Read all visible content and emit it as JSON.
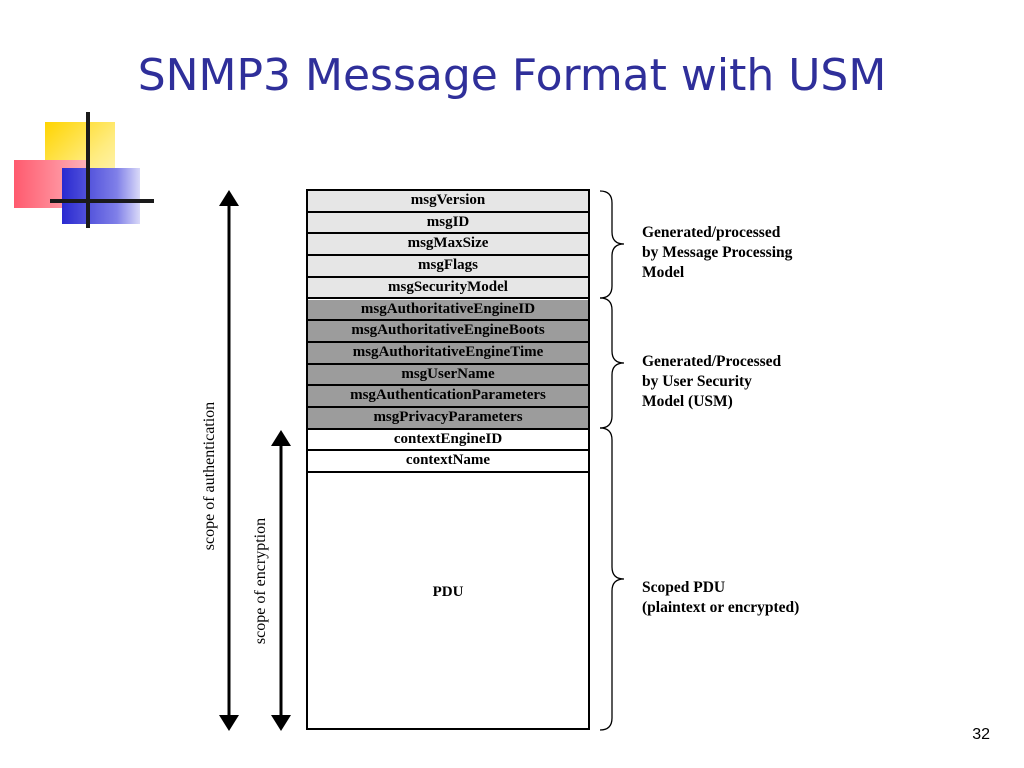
{
  "slide": {
    "title": "SNMP3 Message Format with USM",
    "page_number": "32"
  },
  "logo": {
    "icon": "corner-squares-logo"
  },
  "message_fields": [
    {
      "label": "msgVersion",
      "shade": "light"
    },
    {
      "label": "msgID",
      "shade": "light"
    },
    {
      "label": "msgMaxSize",
      "shade": "light"
    },
    {
      "label": "msgFlags",
      "shade": "light"
    },
    {
      "label": "msgSecurityModel",
      "shade": "light"
    },
    {
      "label": "msgAuthoritativeEngineID",
      "shade": "dark"
    },
    {
      "label": "msgAuthoritativeEngineBoots",
      "shade": "dark"
    },
    {
      "label": "msgAuthoritativeEngineTime",
      "shade": "dark"
    },
    {
      "label": "msgUserName",
      "shade": "dark"
    },
    {
      "label": "msgAuthenticationParameters",
      "shade": "dark"
    },
    {
      "label": "msgPrivacyParameters",
      "shade": "dark"
    },
    {
      "label": "contextEngineID",
      "shade": "white"
    },
    {
      "label": "contextName",
      "shade": "white"
    }
  ],
  "pdu_label": "PDU",
  "groups": [
    {
      "lines": [
        "Generated/processed",
        "by Message Processing",
        "Model"
      ]
    },
    {
      "lines": [
        "Generated/Processed",
        "by User Security",
        "Model (USM)"
      ]
    },
    {
      "lines": [
        "Scoped PDU",
        "(plaintext or encrypted)"
      ]
    }
  ],
  "scopes": {
    "authentication": "scope of authentication",
    "encryption": "scope of encryption"
  },
  "colors": {
    "title": "#2f2f9a",
    "field_light": "#e6e6e6",
    "field_dark": "#9c9c9c"
  }
}
